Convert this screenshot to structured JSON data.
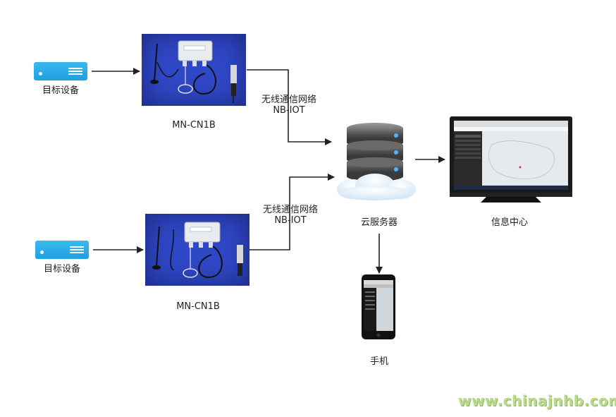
{
  "nodes": {
    "target_device_top": {
      "label": "目标设备"
    },
    "target_device_bottom": {
      "label": "目标设备"
    },
    "module_top": {
      "label": "MN-CN1B"
    },
    "module_bottom": {
      "label": "MN-CN1B"
    },
    "cloud_server": {
      "label": "云服务器"
    },
    "info_center": {
      "label": "信息中心"
    },
    "phone": {
      "label": "手机"
    }
  },
  "edges": {
    "top_link": {
      "line1": "无线通信网络",
      "line2": "NB-IOT"
    },
    "bottom_link": {
      "line1": "无线通信网络",
      "line2": "NB-IOT"
    }
  },
  "watermark": "www.chinajnhb.com",
  "colors": {
    "device_blue": "#1ea0e0",
    "photo_blue": "#2f48c8",
    "arrow": "#222222",
    "watermark": "#b9d98b"
  }
}
